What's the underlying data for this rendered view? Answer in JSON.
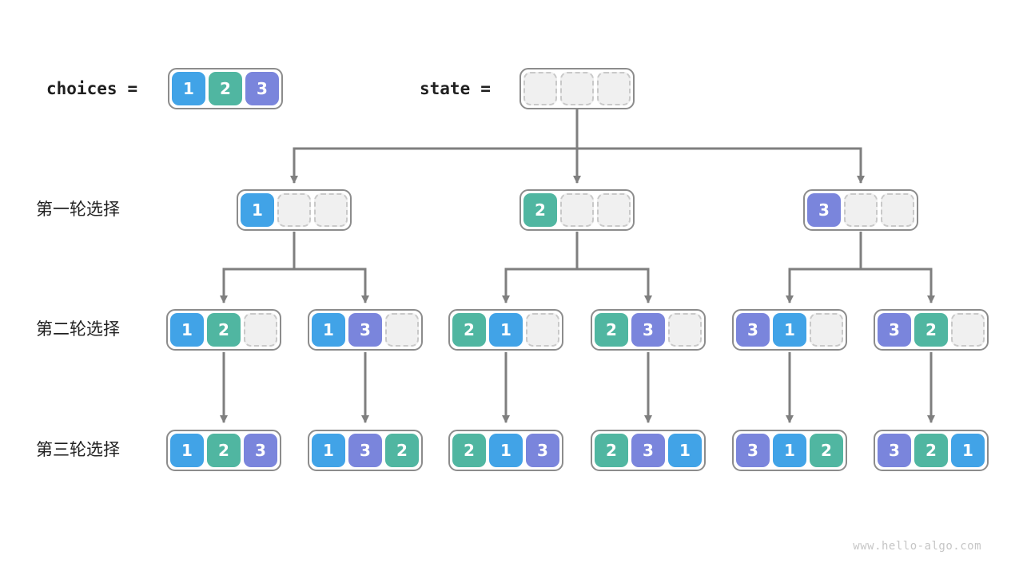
{
  "page": {
    "watermark": "www.hello-algo.com"
  },
  "colors": {
    "cell_1": "#41a3e7",
    "cell_2": "#50b6a1",
    "cell_3": "#7a85dc",
    "empty_fill": "#f0f0f0",
    "empty_border": "#c9c9c9",
    "box_border": "#8c8c8c",
    "arrow": "#7f7f7f",
    "text": "#1f1f1f",
    "watermark": "#c6c6c6"
  },
  "header": {
    "choices_label": "choices",
    "state_label": "state",
    "equals": "=",
    "choices_cells": [
      "1",
      "2",
      "3"
    ],
    "state_cells": [
      "",
      "",
      ""
    ]
  },
  "rows": [
    {
      "label": "第一轮选择",
      "states": [
        [
          "1",
          "",
          ""
        ],
        [
          "2",
          "",
          ""
        ],
        [
          "3",
          "",
          ""
        ]
      ]
    },
    {
      "label": "第二轮选择",
      "states": [
        [
          "1",
          "2",
          ""
        ],
        [
          "1",
          "3",
          ""
        ],
        [
          "2",
          "1",
          ""
        ],
        [
          "2",
          "3",
          ""
        ],
        [
          "3",
          "1",
          ""
        ],
        [
          "3",
          "2",
          ""
        ]
      ]
    },
    {
      "label": "第三轮选择",
      "states": [
        [
          "1",
          "2",
          "3"
        ],
        [
          "1",
          "3",
          "2"
        ],
        [
          "2",
          "1",
          "3"
        ],
        [
          "2",
          "3",
          "1"
        ],
        [
          "3",
          "1",
          "2"
        ],
        [
          "3",
          "2",
          "1"
        ]
      ]
    }
  ]
}
